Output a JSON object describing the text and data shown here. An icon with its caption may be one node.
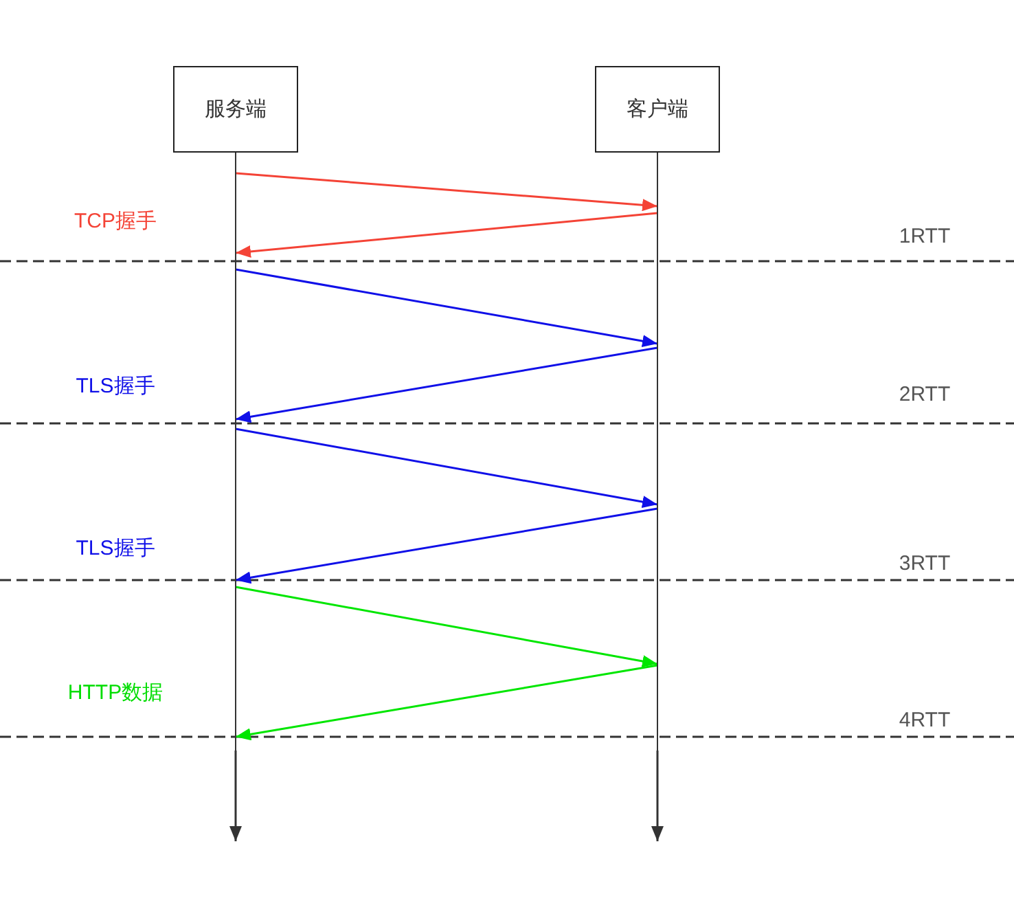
{
  "diagram": {
    "nodes": [
      {
        "text": [
          "服务端"
        ]
      },
      {
        "text": [
          "客户端"
        ]
      }
    ],
    "edges": [
      {
        "from": 0,
        "to": null,
        "arrow": "to",
        "color": "#333333"
      },
      {
        "from": 1,
        "to": null,
        "arrow": "to",
        "color": "#333333"
      },
      {
        "from": 0,
        "to": 1,
        "arrow": "to",
        "color": "#f44336"
      },
      {
        "from": 1,
        "to": 0,
        "arrow": "to",
        "color": "#f44336"
      },
      {
        "from": 0,
        "to": 1,
        "arrow": "to",
        "color": "#1010e8"
      },
      {
        "from": 1,
        "to": 0,
        "arrow": "to",
        "color": "#1010e8"
      },
      {
        "from": 0,
        "to": 1,
        "arrow": "to",
        "color": "#1010e8"
      },
      {
        "from": 1,
        "to": 0,
        "arrow": "to",
        "color": "#1010e8"
      },
      {
        "from": 0,
        "to": 1,
        "arrow": "to",
        "color": "#00e600"
      },
      {
        "from": 1,
        "to": 0,
        "arrow": "to",
        "color": "#00e600"
      }
    ],
    "labels": [
      "TCP握手",
      "1RTT",
      "TLS握手",
      "2RTT",
      "TLS握手",
      "3RTT",
      "HTTP数据",
      "4RTT"
    ]
  }
}
